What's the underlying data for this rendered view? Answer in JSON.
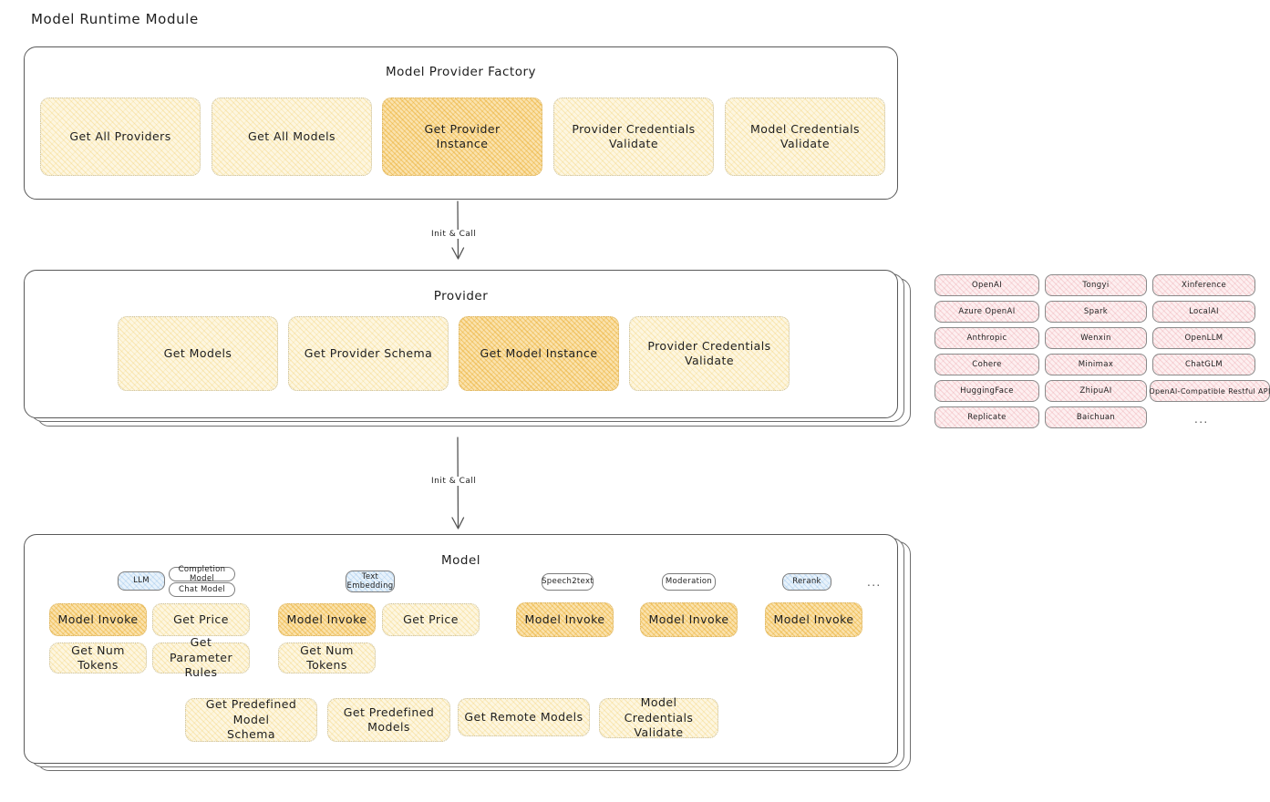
{
  "page": {
    "title": "Model Runtime Module",
    "background": "#ffffff",
    "accent_cream": "#fdf6e0",
    "accent_amber": "#fae2ad",
    "accent_rose": "#fdeff0",
    "accent_blue": "#e8f2fb"
  },
  "arrows": [
    {
      "label": "Init & Call"
    },
    {
      "label": "Init & Call"
    }
  ],
  "factory": {
    "title": "Model Provider Factory",
    "methods": [
      {
        "label": "Get All Providers",
        "highlight": false
      },
      {
        "label": "Get All Models",
        "highlight": false
      },
      {
        "label": "Get Provider\nInstance",
        "highlight": true
      },
      {
        "label": "Provider Credentials\nValidate",
        "highlight": false
      },
      {
        "label": "Model Credentials\nValidate",
        "highlight": false
      }
    ]
  },
  "provider": {
    "title": "Provider",
    "methods": [
      {
        "label": "Get Models",
        "highlight": false
      },
      {
        "label": "Get Provider Schema",
        "highlight": false
      },
      {
        "label": "Get Model Instance",
        "highlight": true
      },
      {
        "label": "Provider Credentials\nValidate",
        "highlight": false
      }
    ]
  },
  "provider_list": {
    "ellipsis": "...",
    "columns": [
      {
        "items": [
          "OpenAI",
          "Azure OpenAI",
          "Anthropic",
          "Cohere",
          "HuggingFace",
          "Replicate"
        ]
      },
      {
        "items": [
          "Tongyi",
          "Spark",
          "Wenxin",
          "Minimax",
          "ZhipuAI",
          "Baichuan"
        ]
      },
      {
        "items": [
          "Xinference",
          "LocalAI",
          "OpenLLM",
          "ChatGLM",
          "OpenAI-Compatible Restful API"
        ]
      }
    ]
  },
  "model": {
    "title": "Model",
    "ellipsis": "...",
    "types": [
      {
        "name": "LLM",
        "style": "blue",
        "subtypes": [
          {
            "label": "Completion Model",
            "style": "white"
          },
          {
            "label": "Chat Model",
            "style": "white"
          }
        ],
        "methods": [
          {
            "label": "Model Invoke",
            "highlight": true
          },
          {
            "label": "Get Price",
            "highlight": false
          },
          {
            "label": "Get Num Tokens",
            "highlight": false
          },
          {
            "label": "Get Parameter\nRules",
            "highlight": false
          }
        ]
      },
      {
        "name": "Text\nEmbedding",
        "style": "blue",
        "subtypes": [],
        "methods": [
          {
            "label": "Model Invoke",
            "highlight": true
          },
          {
            "label": "Get Price",
            "highlight": false
          },
          {
            "label": "Get Num Tokens",
            "highlight": false
          }
        ]
      },
      {
        "name": "Speech2text",
        "style": "white",
        "subtypes": [],
        "methods": [
          {
            "label": "Model Invoke",
            "highlight": true
          }
        ]
      },
      {
        "name": "Moderation",
        "style": "white",
        "subtypes": [],
        "methods": [
          {
            "label": "Model Invoke",
            "highlight": true
          }
        ]
      },
      {
        "name": "Rerank",
        "style": "blue",
        "subtypes": [],
        "methods": [
          {
            "label": "Model Invoke",
            "highlight": true
          }
        ]
      }
    ],
    "shared_methods": [
      {
        "label": "Get Predefined Model\nSchema",
        "highlight": false
      },
      {
        "label": "Get Predefined\nModels",
        "highlight": false
      },
      {
        "label": "Get Remote Models",
        "highlight": false
      },
      {
        "label": "Model Credentials\nValidate",
        "highlight": false
      }
    ]
  }
}
